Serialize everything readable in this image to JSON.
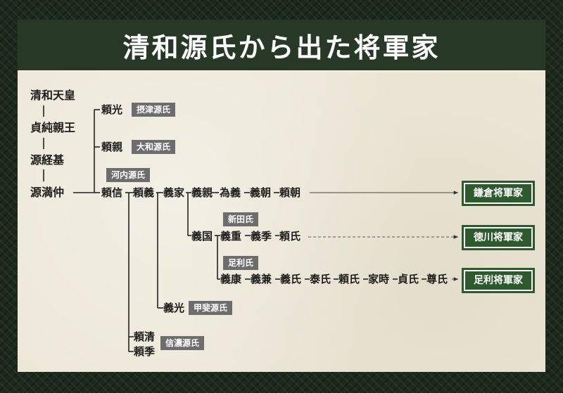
{
  "title": "清和源氏から出た将軍家",
  "ancestors": [
    "清和天皇",
    "貞純親王",
    "源経基",
    "源満仲"
  ],
  "people": {
    "yorimitsu": "頼光",
    "yorichika": "頼親",
    "yorinobu": "頼信",
    "yoriyoshi": "頼義",
    "yoshiie": "義家",
    "yoshichika": "義親",
    "tameyoshi": "為義",
    "yoshitomo": "義朝",
    "yoritomo": "頼朝",
    "yoshikuni": "義国",
    "yoshishige": "義重",
    "yoshisue": "義季",
    "yorinobu2": "頼氏",
    "yoshiyasu": "義康",
    "yoshikane": "義兼",
    "yoshiuji": "義氏",
    "yasuuji": "泰氏",
    "yoriuji": "頼氏",
    "ietoki": "家時",
    "sadauji": "貞氏",
    "takauji": "尊氏",
    "yoshimitsu": "義光",
    "yorikiyo": "頼清",
    "yorisue": "頼季"
  },
  "clans": {
    "settsu": "摂津源氏",
    "yamato": "大和源氏",
    "kawachi": "河内源氏",
    "nitta": "新田氏",
    "ashikaga": "足利氏",
    "kai": "甲斐源氏",
    "shinano": "信濃源氏"
  },
  "shogunates": {
    "kamakura": "鎌倉将軍家",
    "tokugawa": "徳川将軍家",
    "ashikaga": "足利将軍家"
  }
}
